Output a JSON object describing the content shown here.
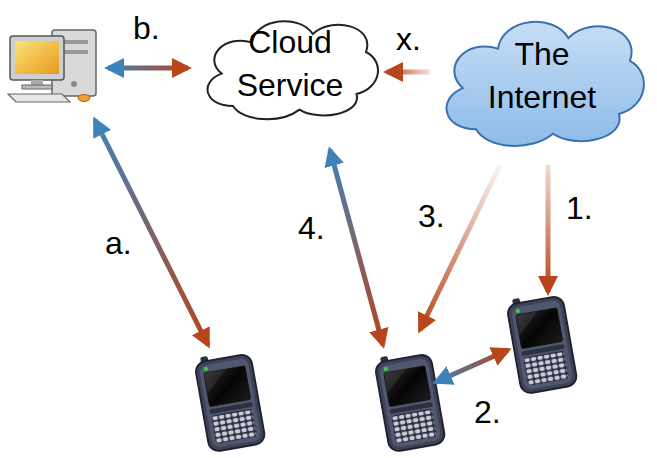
{
  "diagram": {
    "nodes": [
      {
        "text": [
          "Cloud Service"
        ]
      },
      {
        "text": [
          "The Internet"
        ]
      }
    ],
    "edges": [
      {
        "from": 1,
        "to": 0,
        "label": "x.",
        "arrow": "to"
      }
    ],
    "labels": [
      "b.",
      "a.",
      "4.",
      "3.",
      "1.",
      "2."
    ]
  }
}
